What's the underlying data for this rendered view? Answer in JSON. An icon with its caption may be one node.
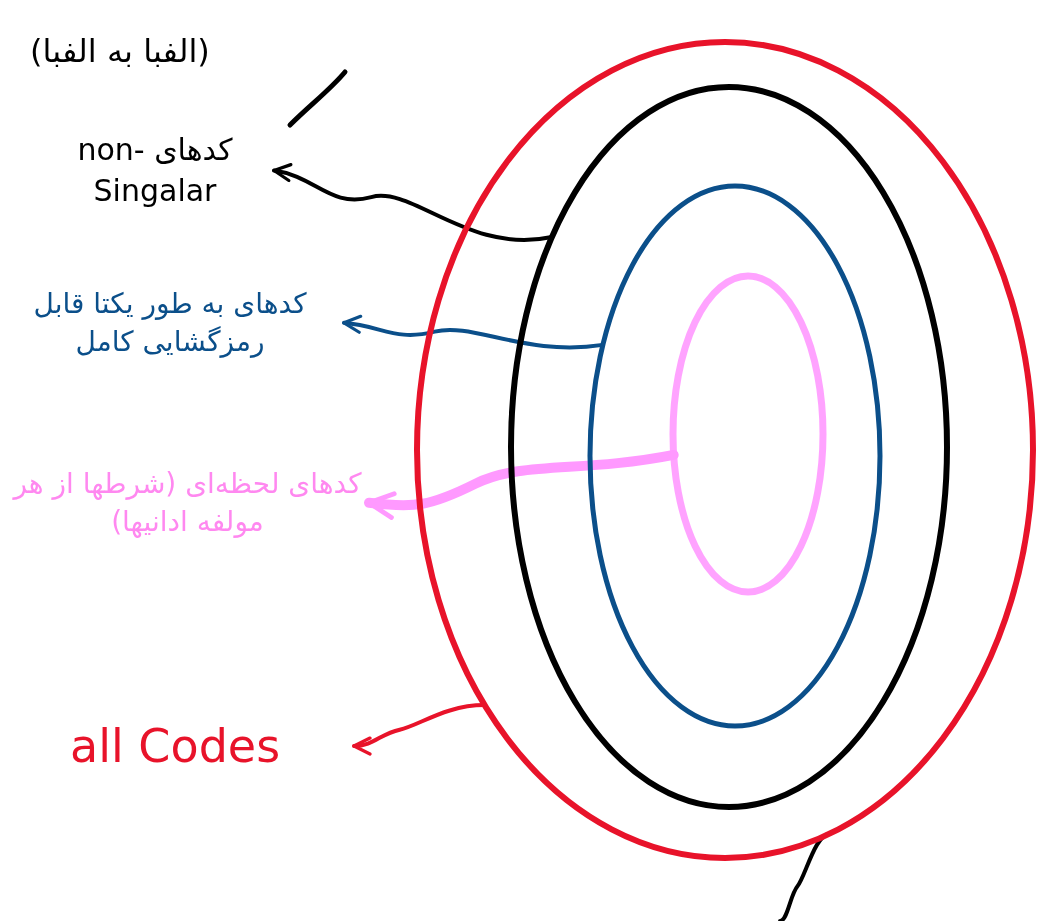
{
  "diagram": {
    "nodes": [
      {
        "text": [],
        "shape": "ellipse"
      },
      {
        "text": [],
        "shape": "ellipse",
        "in": 0
      },
      {
        "text": [],
        "shape": "ellipse",
        "in": 1
      },
      {
        "text": [],
        "shape": "ellipse",
        "in": 2
      },
      {
        "text": [
          "کدهای non-Singalar"
        ]
      },
      {
        "text": [
          "کدهای به طور یکتا قابل رمزگشایی کامل"
        ]
      },
      {
        "text": [
          "کدهای لحظه‌ای (شرطها از هر مولفه ادانیها)"
        ]
      },
      {
        "text": [
          "all Codes"
        ]
      }
    ],
    "edges": [
      {
        "from": 1,
        "to": 4,
        "arrow": "to",
        "color": "#000000"
      },
      {
        "from": 2,
        "to": 5,
        "arrow": "to",
        "color": "#0b4f8a"
      },
      {
        "from": 3,
        "to": 6,
        "arrow": "to",
        "style": "thick",
        "color": "#ff99ff"
      },
      {
        "from": 0,
        "to": 7,
        "arrow": "to",
        "color": "#e8132a"
      },
      {
        "from": 0,
        "to": null,
        "arrow": "none",
        "color": "#000000"
      }
    ],
    "labels": [
      "(الفبا به الفبا)"
    ]
  }
}
